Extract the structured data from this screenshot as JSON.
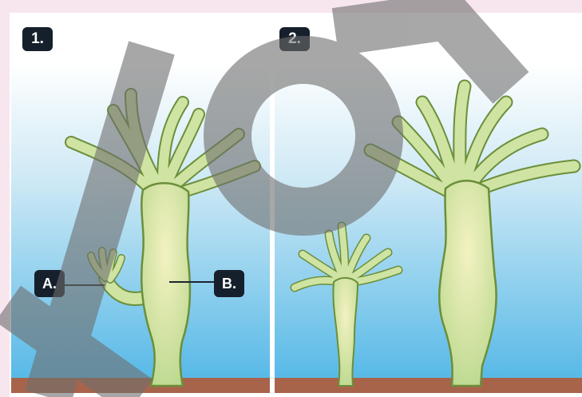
{
  "panels": [
    {
      "number": "1."
    },
    {
      "number": "2."
    }
  ],
  "labels": {
    "a": "A.",
    "b": "B."
  },
  "colors": {
    "water_top": "#ffffff",
    "water_bottom": "#4fb6e6",
    "sediment": "#a8644a",
    "hydra_fill": "#cfe3a2",
    "hydra_stroke": "#6b8f3a",
    "badge": "#16202c",
    "watermark": "#6e6e6e"
  }
}
